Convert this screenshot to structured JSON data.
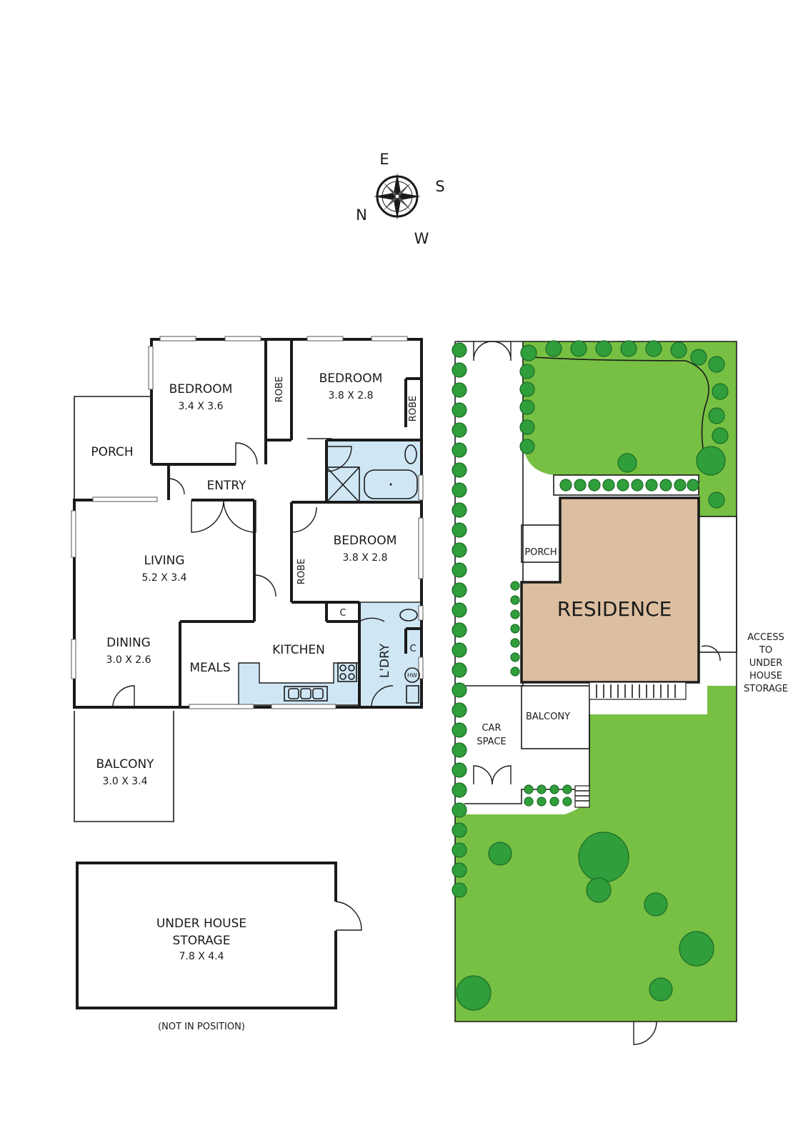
{
  "compass": {
    "e": "E",
    "s": "S",
    "n": "N",
    "w": "W"
  },
  "floor_plan": {
    "bedroom1": {
      "name": "BEDROOM",
      "dims": "3.4 X 3.6"
    },
    "bedroom2": {
      "name": "BEDROOM",
      "dims": "3.8 X 2.8"
    },
    "bedroom3": {
      "name": "BEDROOM",
      "dims": "3.8 X 2.8"
    },
    "robe1": "ROBE",
    "robe2": "ROBE",
    "robe3": "ROBE",
    "porch": "PORCH",
    "entry": "ENTRY",
    "living": {
      "name": "LIVING",
      "dims": "5.2 X 3.4"
    },
    "dining": {
      "name": "DINING",
      "dims": "3.0 X 2.6"
    },
    "meals": "MEALS",
    "kitchen": "KITCHEN",
    "laundry": "L'DRY",
    "cupboard1": "C",
    "cupboard2": "C",
    "hot_water": "HW",
    "balcony": {
      "name": "BALCONY",
      "dims": "3.0 X 3.4"
    },
    "storage": {
      "line1": "UNDER HOUSE",
      "line2": "STORAGE",
      "dims": "7.8 X 4.4"
    },
    "not_in_position": "(NOT IN POSITION)"
  },
  "site_plan": {
    "residence": "RESIDENCE",
    "porch": "PORCH",
    "car_space": {
      "line1": "CAR",
      "line2": "SPACE"
    },
    "balcony": "BALCONY",
    "access": [
      "ACCESS",
      "TO",
      "UNDER",
      "HOUSE",
      "STORAGE"
    ]
  },
  "colors": {
    "wall": "#1a1a1a",
    "wet_area": "#cfe6f5",
    "lawn": "#77c043",
    "tree": "#2f9e3b",
    "residence": "#dcbfa0"
  }
}
